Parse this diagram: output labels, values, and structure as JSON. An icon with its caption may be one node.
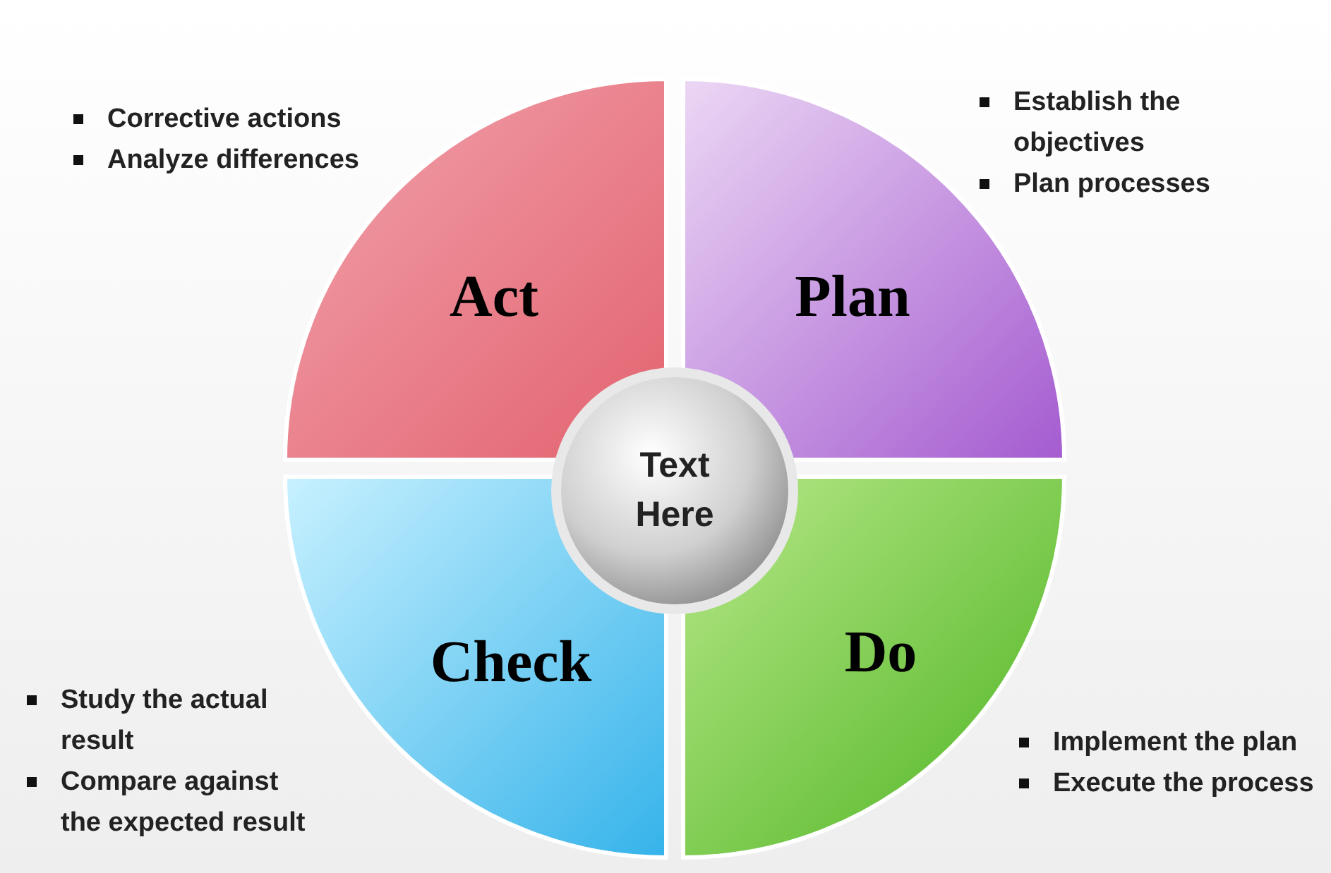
{
  "diagram": {
    "nodes": [
      {
        "text": [
          "Act"
        ],
        "beside": [
          "Corrective actions",
          "Analyze differences"
        ]
      },
      {
        "text": [
          "Plan"
        ],
        "beside": [
          "Establish the objectives",
          "Plan processes"
        ]
      },
      {
        "text": [
          "Text Here"
        ]
      },
      {
        "text": [
          "Check"
        ],
        "beside": [
          "Study the actual result",
          "Compare against the expected result"
        ]
      },
      {
        "text": [
          "Do"
        ],
        "beside": [
          "Implement the plan",
          "Execute the process"
        ]
      }
    ]
  }
}
